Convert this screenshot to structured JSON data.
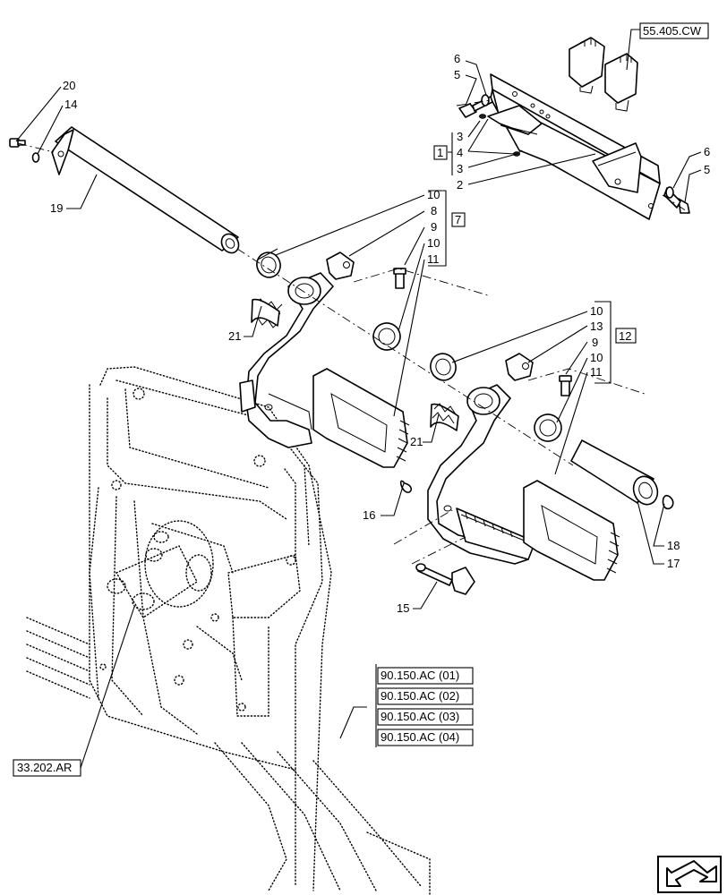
{
  "callouts": {
    "c20": "20",
    "c14": "14",
    "c19": "19",
    "c6a": "6",
    "c5a": "5",
    "c3a": "3",
    "c4": "4",
    "c3b": "3",
    "c2": "2",
    "c1box": "1",
    "c6b": "6",
    "c5b": "5",
    "c10a": "10",
    "c8": "8",
    "c9a": "9",
    "c10b": "10",
    "c11a": "11",
    "c7box": "7",
    "c21a": "21",
    "c10c": "10",
    "c13": "13",
    "c9b": "9",
    "c10d": "10",
    "c11b": "11",
    "c12box": "12",
    "c21b": "21",
    "c16": "16",
    "c15": "15",
    "c18": "18",
    "c17": "17"
  },
  "references": {
    "ref_top": "55.405.CW",
    "ref_left": "33.202.AR",
    "ref_list": [
      "90.150.AC (01)",
      "90.150.AC (02)",
      "90.150.AC (03)",
      "90.150.AC (04)"
    ]
  },
  "nav": {
    "icon": "next-page-arrow-icon"
  }
}
